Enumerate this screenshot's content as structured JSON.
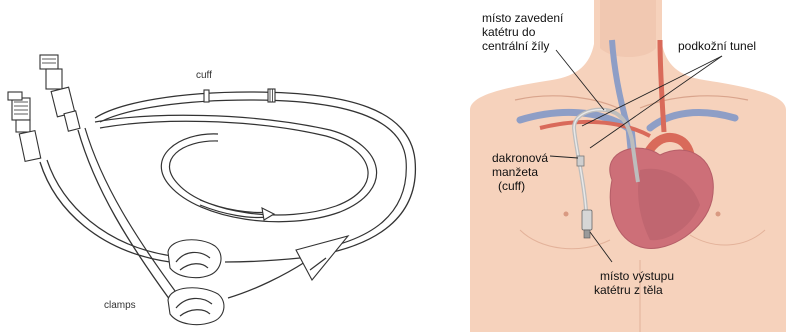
{
  "left_diagram": {
    "labels": {
      "cuff": "cuff",
      "clamps": "clamps"
    }
  },
  "right_diagram": {
    "labels": {
      "insertion_line1": "místo zavedení",
      "insertion_line2": "katétru do",
      "insertion_line3": "centrální žíly",
      "tunnel": "podkožní tunel",
      "dacron_line1": "dakronová",
      "dacron_line2": "manžeta",
      "dacron_line3": "(cuff)",
      "exit_line1": "místo výstupu",
      "exit_line2": "katétru z těla"
    }
  },
  "colors": {
    "skin": "#f6d2bc",
    "skin_shadow": "#ebbea6",
    "vein": "#8e9ec6",
    "artery": "#d96a5a",
    "heart": "#cd6f78",
    "catheter": "#d8d8d8"
  }
}
